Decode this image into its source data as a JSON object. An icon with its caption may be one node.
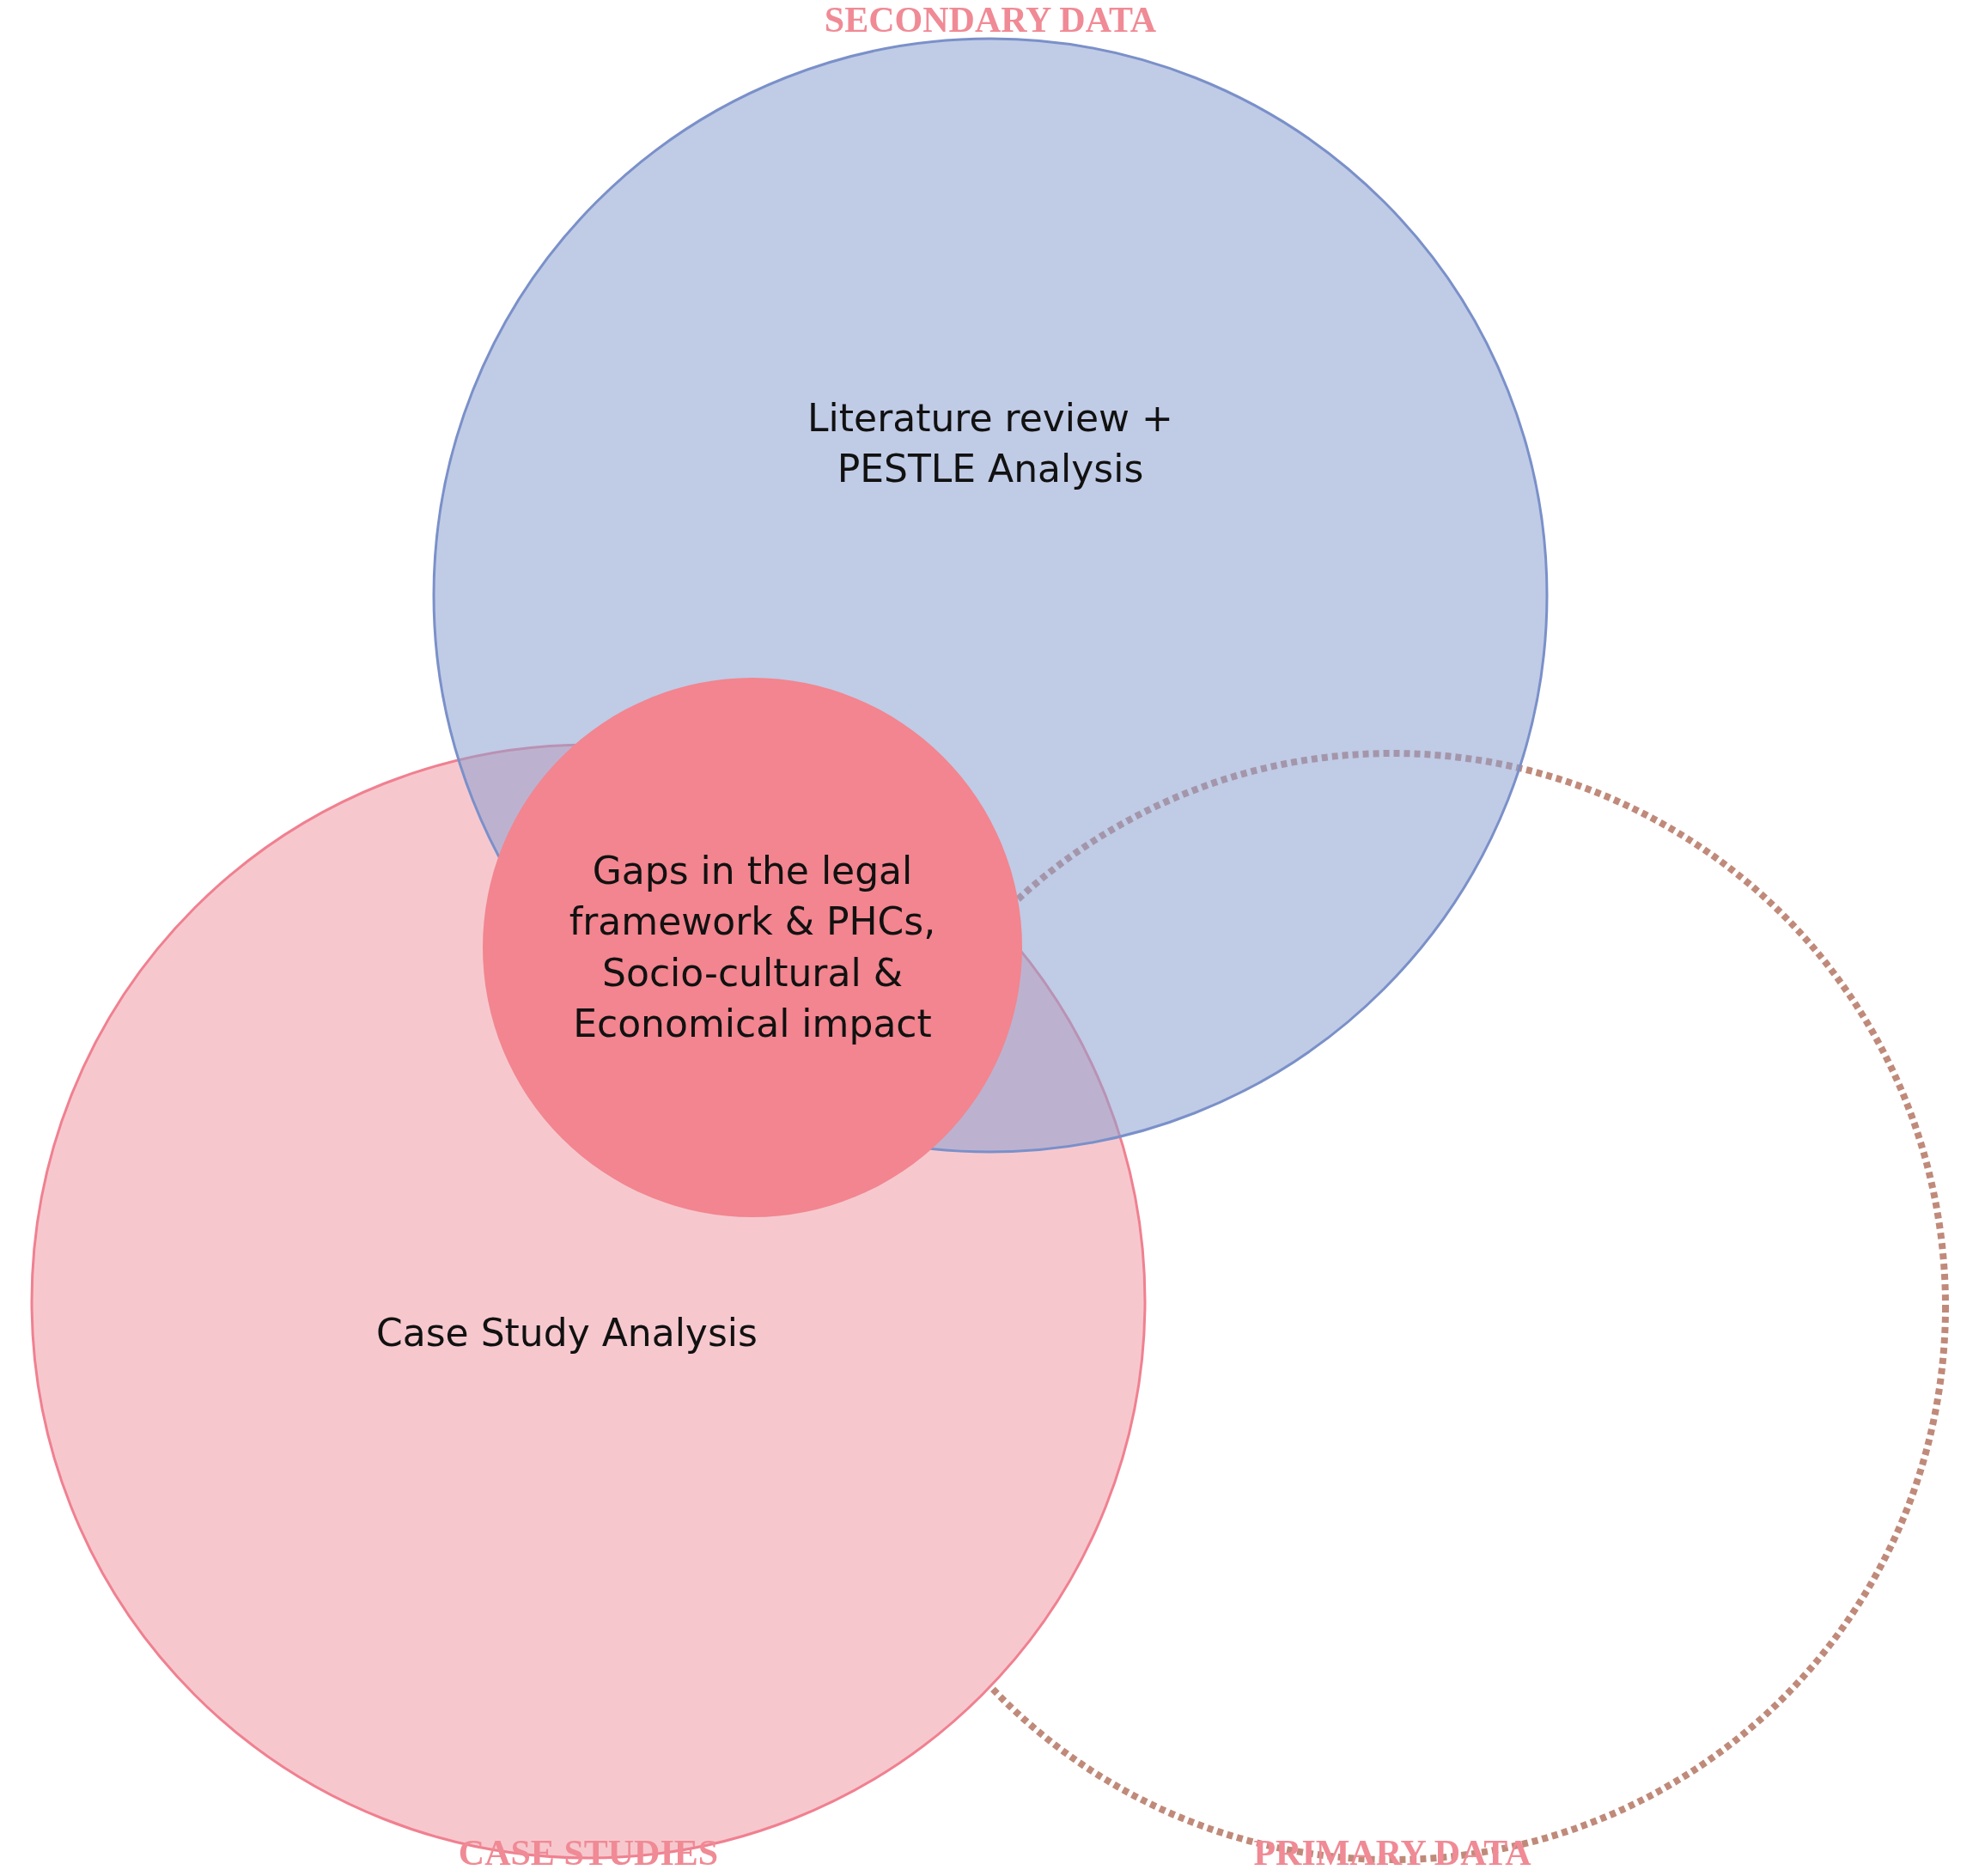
{
  "diagram": {
    "nodes": [
      {
        "text": [
          "SECONDARY DATA",
          "Literature review + PESTLE Analysis"
        ]
      },
      {
        "text": [
          "Gaps in the legal framework & PHCs, Socio-cultural & Economical impact"
        ]
      },
      {
        "text": [
          "Case Study Analysis",
          "CASE STUDIES"
        ]
      },
      {
        "text": [
          "PRIMARY DATA"
        ]
      }
    ]
  }
}
